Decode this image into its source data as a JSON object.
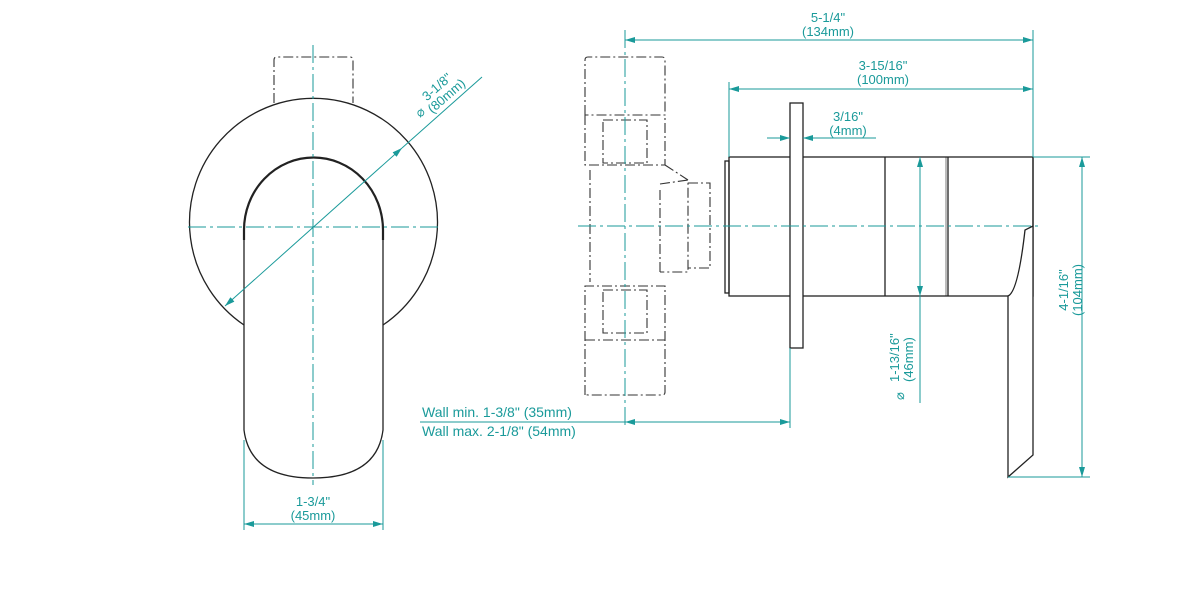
{
  "colors": {
    "dimension": "#1a9a9a",
    "outline": "#222222"
  },
  "front_view": {
    "diameter_in": "3-1/8\"",
    "diameter_mm": "(80mm)",
    "diameter_symbol": "⌀",
    "width_in": "1-3/4\"",
    "width_mm": "(45mm)"
  },
  "side_view": {
    "total_depth_in": "5-1/4\"",
    "total_depth_mm": "(134mm)",
    "body_depth_in": "3-15/16\"",
    "body_depth_mm": "(100mm)",
    "plate_in": "3/16\"",
    "plate_mm": "(4mm)",
    "body_diameter_in": "1-13/16\"",
    "body_diameter_mm": "(46mm)",
    "diameter_symbol": "⌀",
    "height_in": "4-1/16\"",
    "height_mm": "(104mm)",
    "wall_min": "Wall min. 1-3/8\" (35mm)",
    "wall_max": "Wall max. 2-1/8\" (54mm)"
  }
}
